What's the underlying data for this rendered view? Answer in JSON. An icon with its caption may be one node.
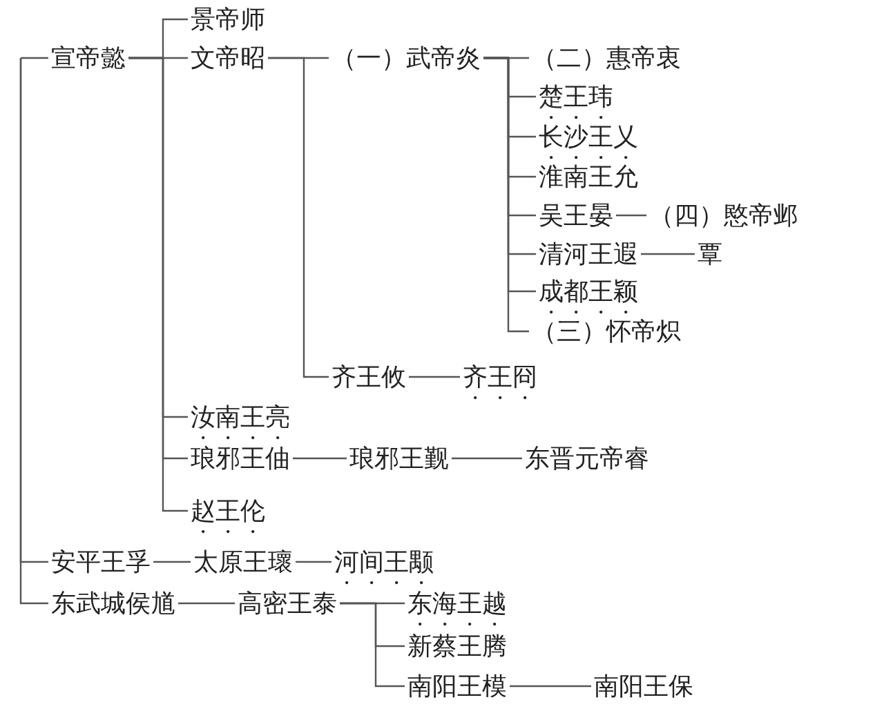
{
  "diagram": {
    "nodes": [
      {
        "text": [
          "宣帝懿"
        ]
      },
      {
        "text": [
          "景帝师"
        ]
      },
      {
        "text": [
          "文帝昭"
        ]
      },
      {
        "text": [
          "（一）武帝炎"
        ]
      },
      {
        "text": [
          "（二）惠帝衷"
        ]
      },
      {
        "text": [
          "楚王玮"
        ]
      },
      {
        "text": [
          "长沙王乂"
        ]
      },
      {
        "text": [
          "淮南王允"
        ]
      },
      {
        "text": [
          "吴王晏"
        ]
      },
      {
        "text": [
          "（四）愍帝邺"
        ]
      },
      {
        "text": [
          "清河王遐"
        ]
      },
      {
        "text": [
          "覃"
        ]
      },
      {
        "text": [
          "成都王颖"
        ]
      },
      {
        "text": [
          "（三）怀帝炽"
        ]
      },
      {
        "text": [
          "齐王攸"
        ]
      },
      {
        "text": [
          "齐王冏"
        ]
      },
      {
        "text": [
          "汝南王亮"
        ]
      },
      {
        "text": [
          "琅邪王伷"
        ]
      },
      {
        "text": [
          "琅邪王觐"
        ]
      },
      {
        "text": [
          "东晋元帝睿"
        ]
      },
      {
        "text": [
          "赵王伦"
        ]
      },
      {
        "text": [
          "安平王孚"
        ]
      },
      {
        "text": [
          "太原王瓌"
        ]
      },
      {
        "text": [
          "河间王颙"
        ]
      },
      {
        "text": [
          "东武城侯馗"
        ]
      },
      {
        "text": [
          "高密王泰"
        ]
      },
      {
        "text": [
          "东海王越"
        ]
      },
      {
        "text": [
          "新蔡王腾"
        ]
      },
      {
        "text": [
          "南阳王模"
        ]
      },
      {
        "text": [
          "南阳王保"
        ]
      }
    ],
    "edges": [
      {
        "from": null,
        "to": 0,
        "arrow": "none"
      },
      {
        "from": null,
        "to": 21,
        "arrow": "none"
      },
      {
        "from": null,
        "to": 24,
        "arrow": "none"
      },
      {
        "from": 0,
        "to": 1,
        "arrow": "none"
      },
      {
        "from": 0,
        "to": 2,
        "arrow": "none"
      },
      {
        "from": 0,
        "to": 16,
        "arrow": "none"
      },
      {
        "from": 0,
        "to": 17,
        "arrow": "none"
      },
      {
        "from": 0,
        "to": 20,
        "arrow": "none"
      },
      {
        "from": 2,
        "to": 3,
        "arrow": "none"
      },
      {
        "from": 2,
        "to": 14,
        "arrow": "none"
      },
      {
        "from": 3,
        "to": 4,
        "arrow": "none"
      },
      {
        "from": 3,
        "to": 5,
        "arrow": "none"
      },
      {
        "from": 3,
        "to": 6,
        "arrow": "none"
      },
      {
        "from": 3,
        "to": 7,
        "arrow": "none"
      },
      {
        "from": 3,
        "to": 8,
        "arrow": "none"
      },
      {
        "from": 3,
        "to": 10,
        "arrow": "none"
      },
      {
        "from": 3,
        "to": 12,
        "arrow": "none"
      },
      {
        "from": 3,
        "to": 13,
        "arrow": "none"
      },
      {
        "from": 8,
        "to": 9,
        "arrow": "none"
      },
      {
        "from": 10,
        "to": 11,
        "arrow": "none"
      },
      {
        "from": 14,
        "to": 15,
        "arrow": "none"
      },
      {
        "from": 17,
        "to": 18,
        "arrow": "none"
      },
      {
        "from": 18,
        "to": 19,
        "arrow": "none"
      },
      {
        "from": 21,
        "to": 22,
        "arrow": "none"
      },
      {
        "from": 22,
        "to": 23,
        "arrow": "none"
      },
      {
        "from": 24,
        "to": 25,
        "arrow": "none"
      },
      {
        "from": 25,
        "to": 26,
        "arrow": "none"
      },
      {
        "from": 25,
        "to": 27,
        "arrow": "none"
      },
      {
        "from": 25,
        "to": 28,
        "arrow": "none"
      },
      {
        "from": 28,
        "to": 29,
        "arrow": "none"
      }
    ]
  }
}
